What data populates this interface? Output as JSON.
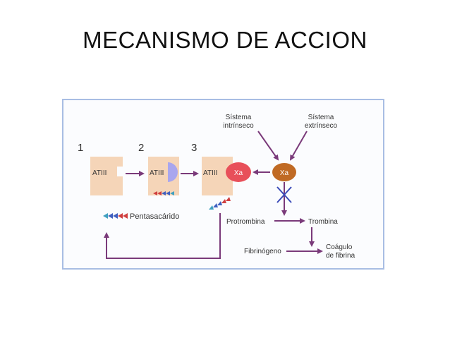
{
  "title": "MECANISMO DE ACCION",
  "diagram": {
    "steps": [
      "1",
      "2",
      "3"
    ],
    "atiii_label": "ATIII",
    "xa_label": "Xa",
    "sistema_intrinseco": [
      "Sístema",
      "intrínseco"
    ],
    "sistema_extrinseco": [
      "Sístema",
      "extrínseco"
    ],
    "pentasacarido": "Pentasacárido",
    "protrombina": "Protrombina",
    "trombina": "Trombina",
    "fibrinogeno": "Fibrinógeno",
    "coagulo": [
      "Coágulo",
      "de fibrina"
    ],
    "colors": {
      "atiii": "#f5d5b8",
      "xa_bound": "#e8505a",
      "xa_free": "#c06a24",
      "binding": "#a9a6ee",
      "arrow": "#7a3a7a",
      "cross": "#3a4ab8",
      "border": "#a8bde3",
      "pentasaccharide": [
        "#d04040",
        "#4060c0",
        "#40a0c0"
      ]
    }
  }
}
